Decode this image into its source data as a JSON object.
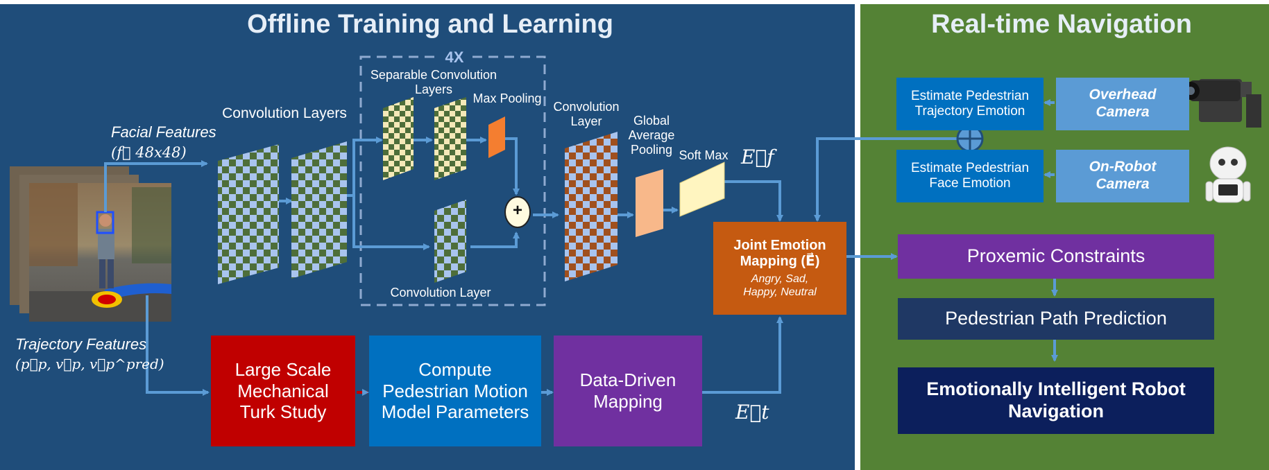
{
  "left_panel": {
    "title": "Offline Training and Learning",
    "labels": {
      "facial_features": "Facial Features",
      "facial_vector": "(f⃗ 48x48)",
      "trajectory_features": "Trajectory Features",
      "trajectory_vector": "(p⃗p, v⃗p, v⃗p^pred)",
      "convolution_layers": "Convolution Layers",
      "repeat_count": "4X",
      "separable_convolution": "Separable Convolution Layers",
      "max_pooling": "Max Pooling",
      "convolution_layer_bottom": "Convolution Layer",
      "convolution_layer_right": "Convolution Layer",
      "global_average_pooling": "Global Average Pooling",
      "soft_max": "Soft Max",
      "plus_symbol": "+",
      "e_f": "E⃗f",
      "e_t": "E⃗t"
    },
    "joint_box": {
      "title_line1": "Joint Emotion",
      "title_line2": "Mapping (E⃗)",
      "emotions_line1": "Angry, Sad,",
      "emotions_line2": "Happy, Neutral"
    },
    "bottom_boxes": [
      {
        "id": "turk",
        "text": "Large Scale Mechanical Turk Study"
      },
      {
        "id": "motion",
        "text": "Compute Pedestrian Motion Model Parameters"
      },
      {
        "id": "mapping",
        "text": "Data-Driven Mapping"
      }
    ]
  },
  "right_panel": {
    "title": "Real-time Navigation",
    "estimate_trajectory": "Estimate Pedestrian Trajectory Emotion",
    "estimate_face": "Estimate Pedestrian Face Emotion",
    "overhead_camera": "Overhead Camera",
    "onrobot_camera": "On-Robot Camera",
    "proxemic": "Proxemic Constraints",
    "path_prediction": "Pedestrian Path Prediction",
    "final": "Emotionally Intelligent Robot Navigation"
  },
  "icons": [
    "pedestrian-photo-icon",
    "security-camera-icon",
    "robot-icon",
    "plus-circle-icon",
    "oplus-circle-icon"
  ],
  "colors": {
    "left_bg": "#1f4d7a",
    "right_bg": "#548235",
    "arrow": "#5b9bd5",
    "red_box": "#c00000",
    "blue_box": "#0070c0",
    "purple_box": "#7030a0",
    "orange_box": "#c55a11",
    "camera_box": "#5b9bd5",
    "path_box": "#1f3864",
    "final_box": "#0c1f5c"
  }
}
